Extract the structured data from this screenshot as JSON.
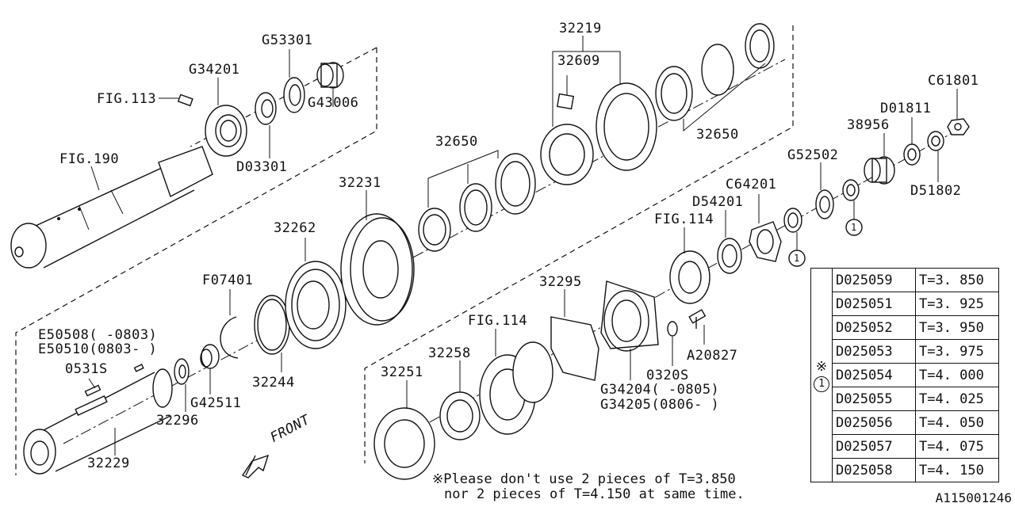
{
  "labels": {
    "fig190": "FIG.190",
    "fig113": "FIG.113",
    "g34201": "G34201",
    "g53301": "G53301",
    "g43006": "G43006",
    "d03301": "D03301",
    "p32219": "32219",
    "p32609": "32609",
    "p32650_top": "32650",
    "p32650_mid": "32650",
    "p32231": "32231",
    "p32262": "32262",
    "f07401": "F07401",
    "e50508": "E50508( -0803)",
    "e50510": "E50510(0803- )",
    "o531s": "0531S",
    "g42511": "G42511",
    "p32244": "32244",
    "p32296": "32296",
    "p32229": "32229",
    "p32295": "32295",
    "fig114_low": "FIG.114",
    "fig114_high": "FIG.114",
    "p32258": "32258",
    "p32251": "32251",
    "g34204": "G34204( -0805)",
    "g34205": "G34205(0806- )",
    "o320s": "0320S",
    "a20827": "A20827",
    "d54201": "D54201",
    "c64201": "C64201",
    "g52502": "G52502",
    "p38956": "38956",
    "d01811": "D01811",
    "c61801": "C61801",
    "d51802": "D51802",
    "circle1_a": "1",
    "circle1_b": "1",
    "front": "FRONT"
  },
  "table": {
    "mark_symbol": "※",
    "mark_circle": "1",
    "rows": [
      {
        "part": "D025059",
        "thickness": "T=3. 850"
      },
      {
        "part": "D025051",
        "thickness": "T=3. 925"
      },
      {
        "part": "D025052",
        "thickness": "T=3. 950"
      },
      {
        "part": "D025053",
        "thickness": "T=3. 975"
      },
      {
        "part": "D025054",
        "thickness": "T=4. 000"
      },
      {
        "part": "D025055",
        "thickness": "T=4. 025"
      },
      {
        "part": "D025056",
        "thickness": "T=4. 050"
      },
      {
        "part": "D025057",
        "thickness": "T=4. 075"
      },
      {
        "part": "D025058",
        "thickness": "T=4. 150"
      }
    ]
  },
  "note": {
    "line1": "※Please don't use 2 pieces of T=3.850",
    "line2": "nor 2 pieces of T=4.150 at same time."
  },
  "diagram_code": "A115001246"
}
